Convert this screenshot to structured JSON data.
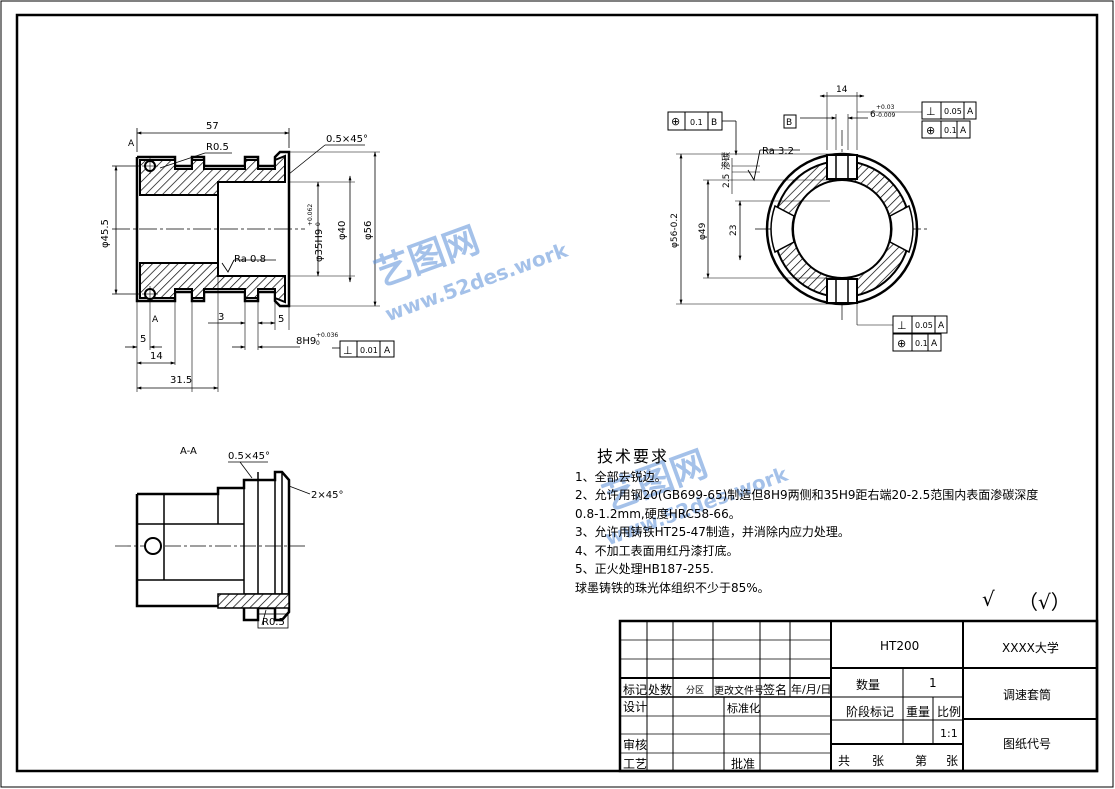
{
  "views": {
    "section_label": "A-A",
    "marker_a": "A",
    "marker_b": "B"
  },
  "dims_front": {
    "d57": "57",
    "r05": "R0.5",
    "c05": "0.5×45°",
    "d455": "φ45.5",
    "d35": "φ35H9",
    "d35_tol": "+0.062",
    "d35_tol2": "0",
    "d40": "φ40",
    "d56": "φ56",
    "ra08": "Ra 0.8",
    "d5a": "5",
    "d14": "14",
    "d315": "31.5",
    "d3": "3",
    "d5b": "5",
    "d8": "8H9",
    "d8_tol": "+0.036",
    "d8_tol2": "0",
    "gt1_sym": "⊥",
    "gt1_val": "0.01",
    "gt1_ref": "A"
  },
  "dims_side": {
    "d14": "14",
    "d6": "6",
    "d6_tol": "+0.03",
    "d6_tol2": "-0.009",
    "ra32": "Ra 3.2",
    "d25": "2.5",
    "carb": "渗碳",
    "d562": "φ56-0.2",
    "d49": "φ49",
    "d23": "23",
    "gt_pos_sym": "⊕",
    "gt_pos_val": "0.1",
    "gt_pos_ref": "B",
    "gt_r1_sym": "⊥",
    "gt_r1_val": "0.05",
    "gt_r1_ref": "A",
    "gt_r2_sym": "⊕",
    "gt_r2_val": "0.1",
    "gt_r2_ref": "A",
    "gt_b1_sym": "⊥",
    "gt_b1_val": "0.05",
    "gt_b1_ref": "A",
    "gt_b2_sym": "⊕",
    "gt_b2_val": "0.1",
    "gt_b2_ref": "A"
  },
  "dims_section": {
    "c05": "0.5×45°",
    "c2": "2×45°",
    "r05": "R0.5"
  },
  "tech": {
    "title": "技术要求",
    "items": [
      "1、全部去锐边。",
      "2、允许用钢20(GB699-65)制造但8H9两侧和35H9距右端20-2.5范围内表面渗碳深度",
      "0.8-1.2mm,硬度HRC58-66。",
      "3、允许用铸铁HT25-47制造，并消除内应力处理。",
      "4、不加工表面用红丹漆打底。",
      "5、正火处理HB187-255.",
      "球墨铸铁的珠光体组织不少于85%。"
    ]
  },
  "finish": {
    "symbol": "√",
    "paren": "（√）"
  },
  "title_block": {
    "material": "HT200",
    "school": "XXXX大学",
    "qty_label": "数量",
    "qty_value": "1",
    "part_name": "调速套筒",
    "stage_label": "阶段标记",
    "weight_label": "重量",
    "scale_label": "比例",
    "scale_value": "1:1",
    "drawing_no": "图纸代号",
    "total": "共",
    "sheets": "张",
    "page": "第",
    "sheets2": "张",
    "mark": "标记",
    "count": "处数",
    "zone": "分区",
    "change_doc": "更改文件号",
    "sign": "签名",
    "date": "年/月/日",
    "design": "设计",
    "standard": "标准化",
    "review": "审核",
    "process": "工艺",
    "approve": "批准"
  },
  "watermark": {
    "brand": "艺图网",
    "url": "www.52des.work"
  },
  "colors": {
    "line": "#000000",
    "watermark": "#5b8fd8"
  }
}
